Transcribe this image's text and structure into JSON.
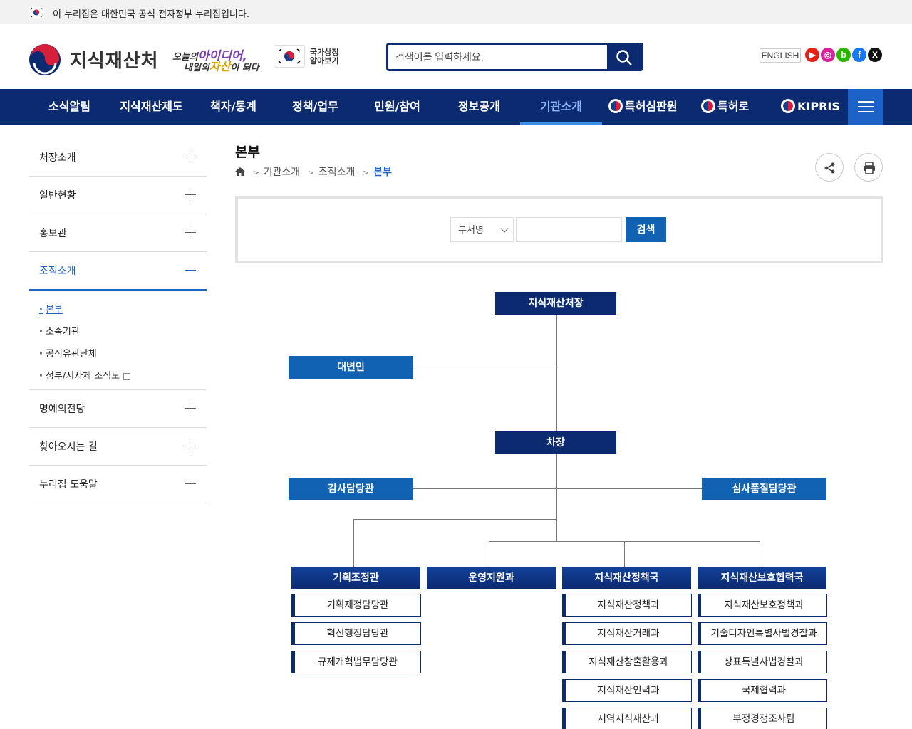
{
  "gov_banner": {
    "text": "이 누리집은 대한민국 공식 전자정부 누리집입니다."
  },
  "header": {
    "logo_text": "지식재산처",
    "slogan_line1_prefix": "오늘의",
    "slogan_line1_emph": "아이디어,",
    "slogan_line2_prefix": "내일의",
    "slogan_line2_emph": "자산",
    "slogan_line2_suffix": "이 되다",
    "national_symbol_line1": "국가상징",
    "national_symbol_line2": "알아보기",
    "search_placeholder": "검색어를 입력하세요.",
    "english_label": "ENGLISH",
    "sns": [
      {
        "name": "youtube",
        "glyph": "▶",
        "color": "#e62117"
      },
      {
        "name": "instagram",
        "glyph": "◎",
        "color": "#d6249f"
      },
      {
        "name": "blog",
        "glyph": "b",
        "color": "#2db400"
      },
      {
        "name": "facebook",
        "glyph": "f",
        "color": "#1877f2"
      },
      {
        "name": "x",
        "glyph": "X",
        "color": "#111111"
      }
    ]
  },
  "gnb": {
    "items": [
      "소식알림",
      "지식재산제도",
      "책자/통계",
      "정책/업무",
      "민원/참여",
      "정보공개",
      "기관소개"
    ],
    "active_index": 6,
    "external": [
      "특허심판원",
      "특허로",
      "KIPRIS"
    ]
  },
  "lnb": {
    "items": [
      "처장소개",
      "일반현황",
      "홍보관",
      "조직소개",
      "명예의전당",
      "찾아오시는 길",
      "누리집 도움말"
    ],
    "active_index": 3,
    "sub_items": [
      "본부",
      "소속기관",
      "공직유관단체",
      "정부/지자체 조직도"
    ]
  },
  "content": {
    "title": "본부",
    "breadcrumb": [
      "기관소개",
      "조직소개",
      "본부"
    ]
  },
  "search_panel": {
    "select_value": "부서명",
    "button_label": "검색"
  },
  "org_chart": {
    "head": "지식재산처장",
    "spokesperson": "대변인",
    "deputy": "차장",
    "audit": "감사담당관",
    "quality": "심사품질담당관",
    "bureaus": [
      {
        "name": "기획조정관",
        "units": [
          "기획재정담당관",
          "혁신행정담당관",
          "규제개혁법무담당관"
        ]
      },
      {
        "name": "운영지원과",
        "units": []
      },
      {
        "name": "지식재산정책국",
        "units": [
          "지식재산정책과",
          "지식재산거래과",
          "지식재산창출활용과",
          "지식재산인력과",
          "지역지식재산과"
        ]
      },
      {
        "name": "지식재산보호협력국",
        "units": [
          "지식재산보호정책과",
          "기술디자인특별사법경찰과",
          "상표특별사법경찰과",
          "국제협력과",
          "부정경쟁조사팀"
        ]
      }
    ]
  },
  "colors": {
    "navy": "#0b2a6f",
    "accent_blue": "#1d62c7",
    "active_nav": "#8fb8ff"
  }
}
